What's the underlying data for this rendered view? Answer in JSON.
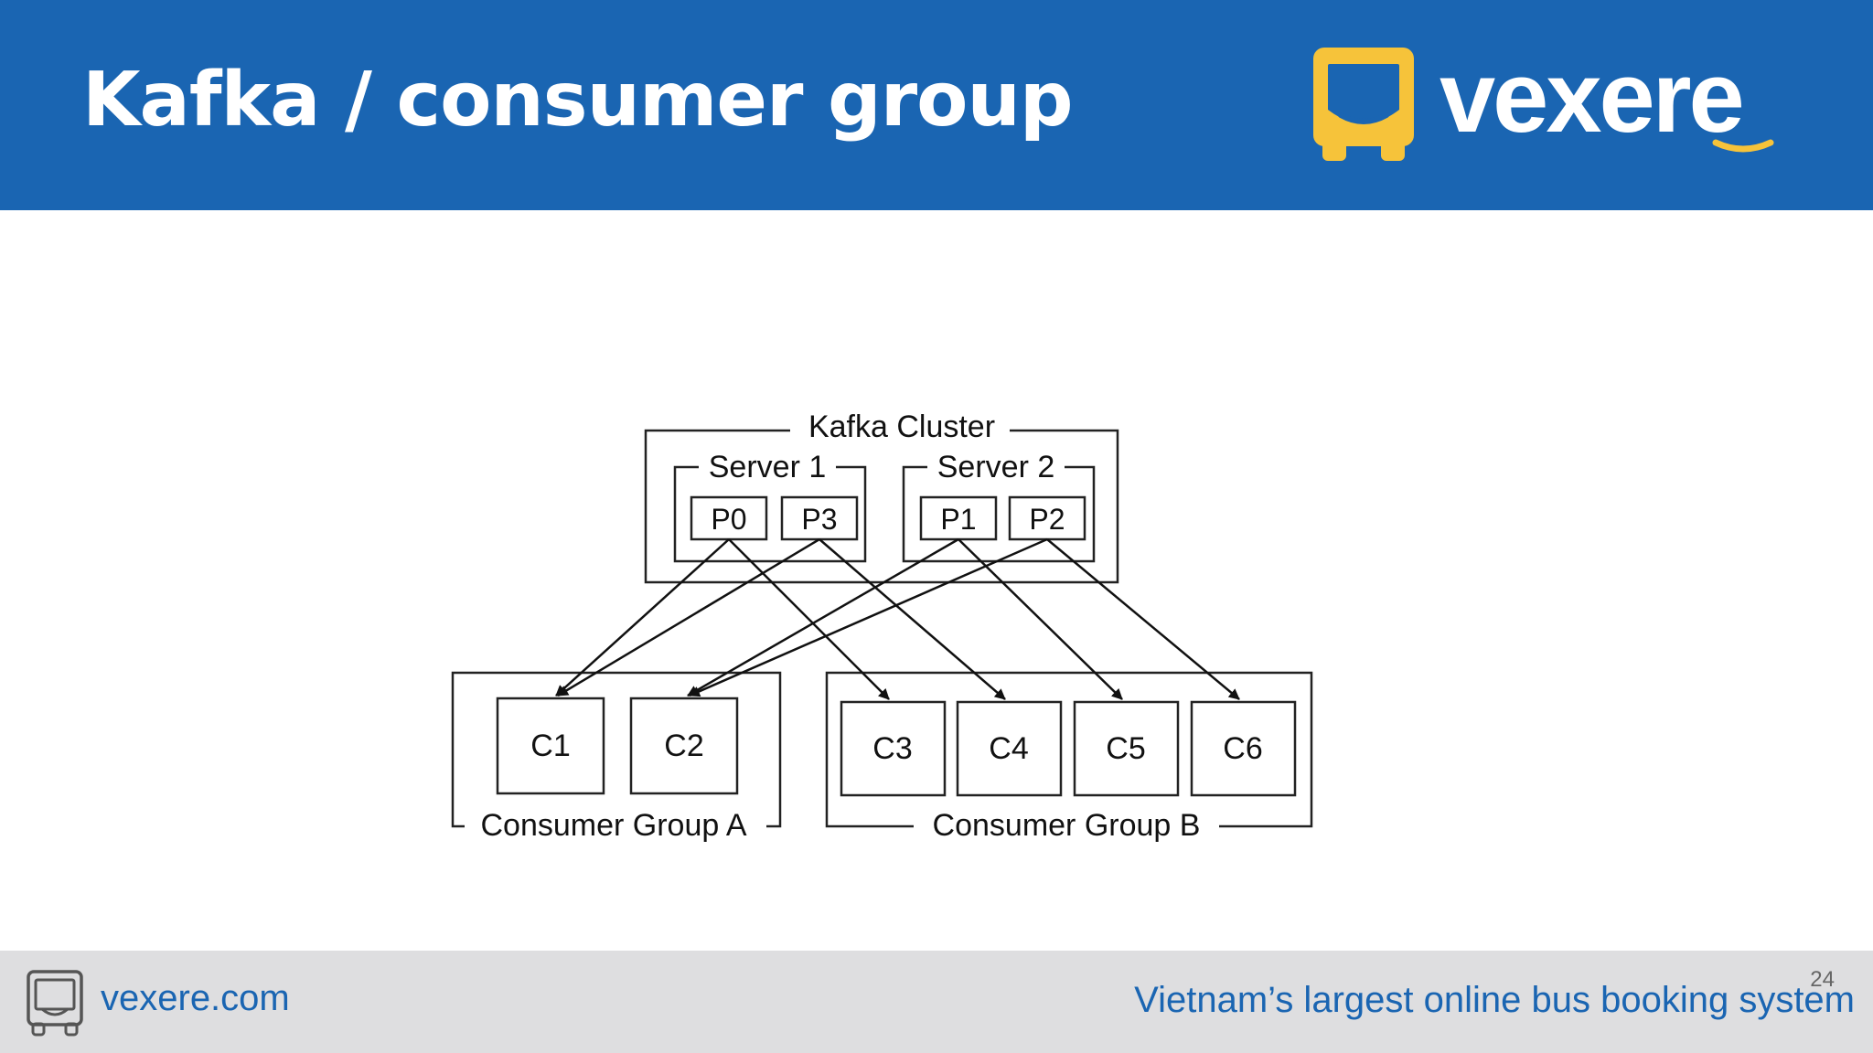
{
  "slide": {
    "title": "Kafka / consumer group",
    "brand": "vexere",
    "accent_color": "#1a65b2",
    "logo_color": "#f6c33a"
  },
  "diagram": {
    "cluster_label": "Kafka Cluster",
    "servers": [
      {
        "label": "Server 1",
        "partitions": [
          "P0",
          "P3"
        ]
      },
      {
        "label": "Server 2",
        "partitions": [
          "P1",
          "P2"
        ]
      }
    ],
    "groups": [
      {
        "label": "Consumer Group A",
        "consumers": [
          "C1",
          "C2"
        ]
      },
      {
        "label": "Consumer Group B",
        "consumers": [
          "C3",
          "C4",
          "C5",
          "C6"
        ]
      }
    ],
    "edges": [
      {
        "from": "P0",
        "to": "C1"
      },
      {
        "from": "P3",
        "to": "C1"
      },
      {
        "from": "P1",
        "to": "C2"
      },
      {
        "from": "P2",
        "to": "C2"
      },
      {
        "from": "P0",
        "to": "C3"
      },
      {
        "from": "P3",
        "to": "C4"
      },
      {
        "from": "P1",
        "to": "C5"
      },
      {
        "from": "P2",
        "to": "C6"
      }
    ]
  },
  "footer": {
    "site": "vexere.com",
    "tagline": "Vietnam’s largest online bus booking system",
    "page_number": "24",
    "icon": "bus-icon"
  }
}
